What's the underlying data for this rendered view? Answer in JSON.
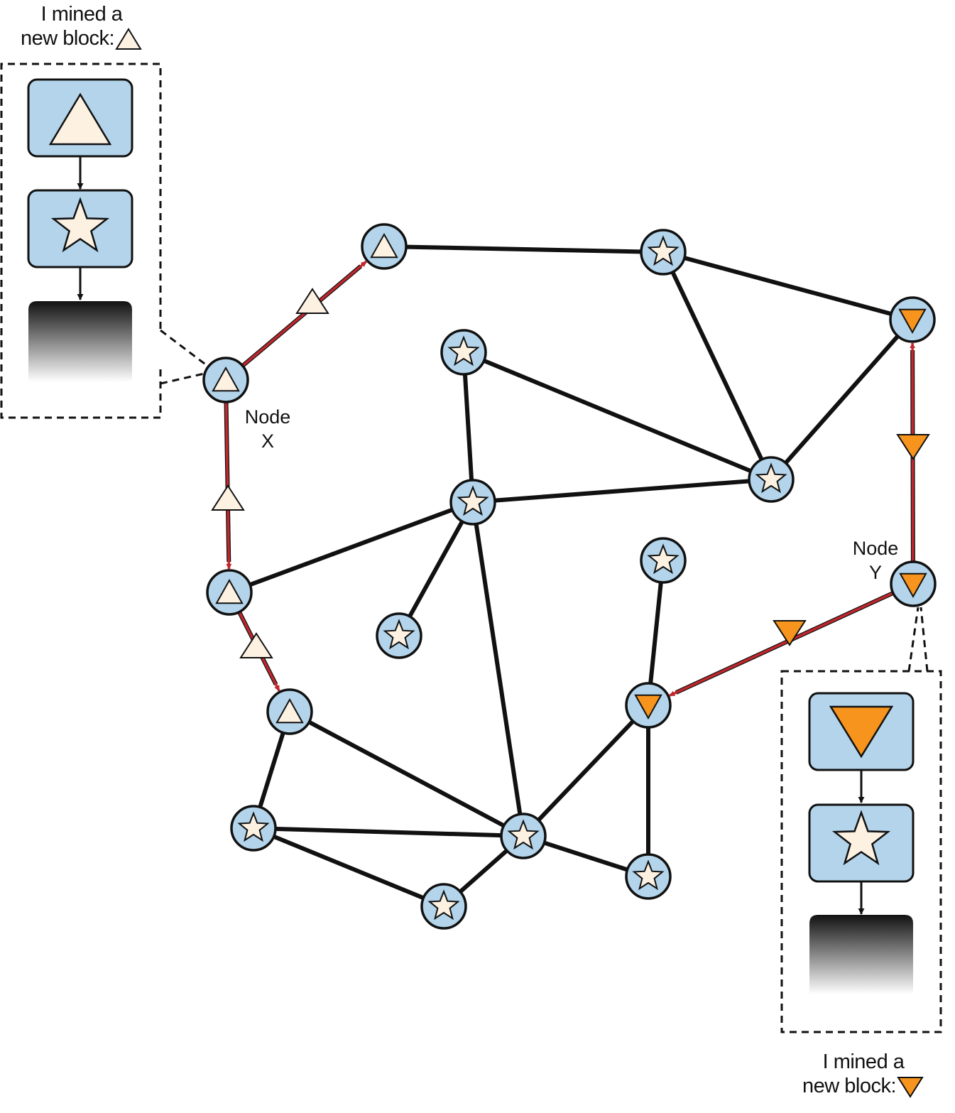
{
  "colors": {
    "node_fill": "#b3d4ea",
    "block_fill": "#b3d4ea",
    "cream": "#fdf1e2",
    "orange": "#f7941d",
    "edge": "#111111",
    "propagation": "#c1272d"
  },
  "icons": {
    "triangle_block": "triangle-up-icon",
    "inverted_block": "triangle-down-icon",
    "star_block": "star-icon"
  },
  "caption_x": {
    "line1": "I mined a",
    "line2": "new block:"
  },
  "caption_y": {
    "line1": "I mined a",
    "line2": "new block:"
  },
  "node_x_label": {
    "line1": "Node",
    "line2": "X"
  },
  "node_y_label": {
    "line1": "Node",
    "line2": "Y"
  }
}
